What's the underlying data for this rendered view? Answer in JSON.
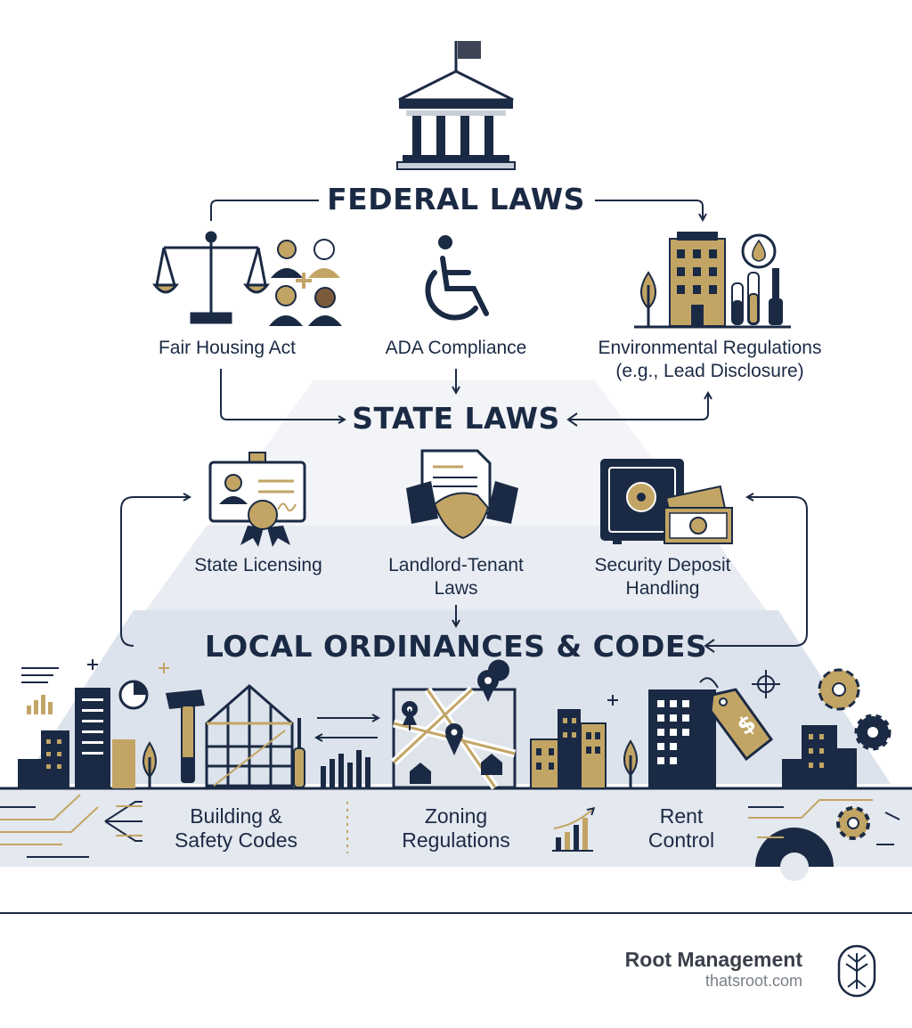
{
  "tiers": {
    "federal": {
      "title": "FEDERAL LAWS",
      "items": [
        "Fair Housing Act",
        "ADA Compliance",
        "Environmental Regulations",
        "(e.g., Lead Disclosure)"
      ]
    },
    "state": {
      "title": "STATE LAWS",
      "items": [
        "State Licensing",
        "Landlord-Tenant",
        "Laws",
        "Security Deposit",
        "Handling"
      ]
    },
    "local": {
      "title": "LOCAL ORDINANCES & CODES",
      "items": [
        "Building &",
        "Safety Codes",
        "Zoning",
        "Regulations",
        "Rent",
        "Control"
      ]
    }
  },
  "brand": {
    "name": "Root Management",
    "url": "thatsroot.com"
  },
  "colors": {
    "navy": "#1b2a44",
    "gold": "#c2a565",
    "light": "#e9edf3",
    "band": "#dde3ec"
  },
  "icons": [
    "capitol-building-icon",
    "scales-of-justice-icon",
    "people-diversity-icon",
    "wheelchair-icon",
    "office-building-icon",
    "tree-icon",
    "water-drop-icon",
    "test-tube-icon",
    "license-certificate-icon",
    "contract-handshake-icon",
    "safe-icon",
    "cash-icon",
    "hammer-icon",
    "house-frame-icon",
    "screwdriver-icon",
    "map-pin-icon",
    "city-skyline-icon",
    "price-tag-icon",
    "gear-icon",
    "bar-chart-icon",
    "pie-chart-icon",
    "root-tree-logo-icon"
  ]
}
